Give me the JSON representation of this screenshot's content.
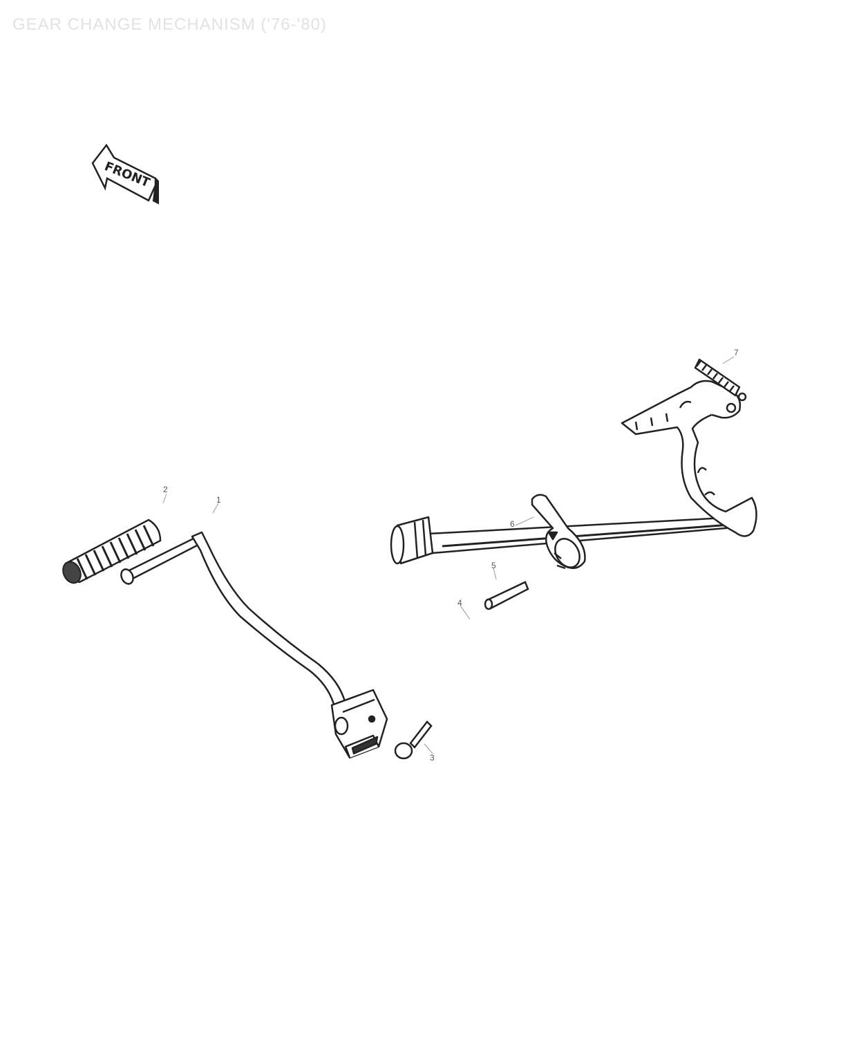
{
  "title": "GEAR CHANGE MECHANISM ('76-'80)",
  "front_label": "FRONT",
  "callouts": {
    "c1": "1",
    "c2": "2",
    "c3": "3",
    "c4": "4",
    "c5": "5",
    "c6": "6",
    "c7": "7"
  },
  "colors": {
    "line": "#222222",
    "title": "#e2e2e2"
  }
}
